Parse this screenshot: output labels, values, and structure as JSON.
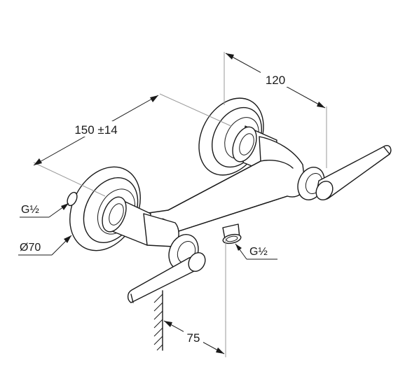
{
  "dimensions": {
    "width_top": "120",
    "width_centers": "150 ±14",
    "depth": "75"
  },
  "labels": {
    "inlet_left": "G½",
    "rosette_diameter": "Ø70",
    "outlet_bottom": "G½"
  }
}
